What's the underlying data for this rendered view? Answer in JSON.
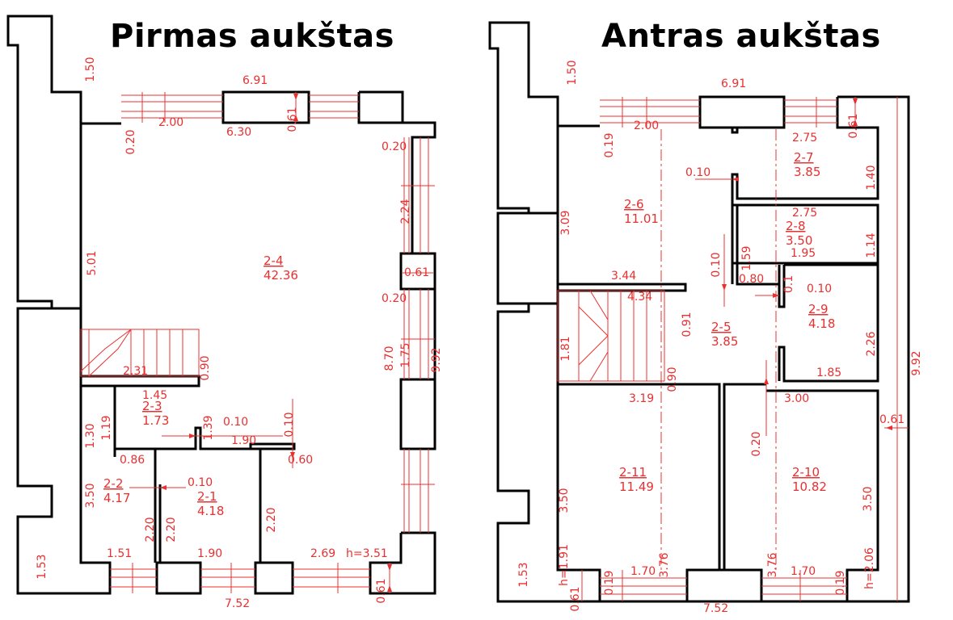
{
  "floors": [
    {
      "title": "Pirmas aukštas"
    },
    {
      "title": "Antras aukštas"
    }
  ],
  "rooms": {
    "r24": {
      "id": "2-4",
      "area": "42.36"
    },
    "r23": {
      "id": "2-3",
      "area": "1.73"
    },
    "r22": {
      "id": "2-2",
      "area": "4.17"
    },
    "r21": {
      "id": "2-1",
      "area": "4.18"
    },
    "r26": {
      "id": "2-6",
      "area": "11.01"
    },
    "r27": {
      "id": "2-7",
      "area": "3.85"
    },
    "r28": {
      "id": "2-8",
      "area": "3.50"
    },
    "r25": {
      "id": "2-5",
      "area": "3.85"
    },
    "r29": {
      "id": "2-9",
      "area": "4.18"
    },
    "r211": {
      "id": "2-11",
      "area": "11.49"
    },
    "r210": {
      "id": "2-10",
      "area": "10.82"
    }
  },
  "dims": {
    "f1": [
      "1.50",
      "6.91",
      "0.61",
      "0.20",
      "2.00",
      "6.30",
      "0.20",
      "2.24",
      "5.01",
      "0.61",
      "0.20",
      "8.70",
      "1.75",
      "9.92",
      "0.90",
      "2.31",
      "1.45",
      "1.39",
      "1.30",
      "1.19",
      "0.10",
      "0.10",
      "1.90",
      "0.86",
      "0.60",
      "3.50",
      "0.10",
      "2.20",
      "2.20",
      "2.20",
      "1.53",
      "1.51",
      "1.90",
      "2.69",
      "h=3.51",
      "0.61",
      "7.52"
    ],
    "f2": [
      "1.50",
      "6.91",
      "0.61",
      "0.19",
      "2.00",
      "2.75",
      "1.40",
      "0.10",
      "3.09",
      "2.75",
      "1.14",
      "0.10",
      "1.59",
      "1.95",
      "0.80",
      "0.1",
      "3.44",
      "4.34",
      "0.10",
      "0.91",
      "1.81",
      "0.90",
      "2.26",
      "9.92",
      "1.85",
      "3.19",
      "3.00",
      "0.20",
      "0.61",
      "3.50",
      "3.76",
      "3.76",
      "3.50",
      "h=1.91",
      "h=2.06",
      "1.53",
      "0.61",
      "0.19",
      "1.70",
      "1.70",
      "0.19",
      "7.52"
    ]
  }
}
